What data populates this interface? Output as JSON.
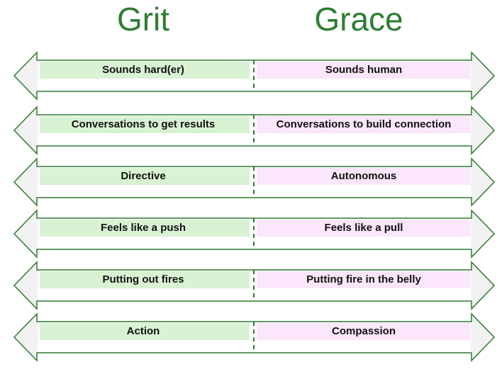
{
  "headings": {
    "left": "Grit",
    "right": "Grace"
  },
  "colors": {
    "heading": "#2e7d32",
    "outline": "#2f7a32",
    "grit_fill": "#d9f2d4",
    "grace_fill": "#fbe6fb",
    "head_fill": "#f2f2f2"
  },
  "rows": [
    {
      "left": "Sounds hard(er)",
      "right": "Sounds human"
    },
    {
      "left": "Conversations to get results",
      "right": "Conversations to build connection"
    },
    {
      "left": "Directive",
      "right": "Autonomous"
    },
    {
      "left": "Feels like a push",
      "right": "Feels like a pull"
    },
    {
      "left": "Putting out fires",
      "right": "Putting fire in the belly"
    },
    {
      "left": "Action",
      "right": "Compassion"
    }
  ]
}
